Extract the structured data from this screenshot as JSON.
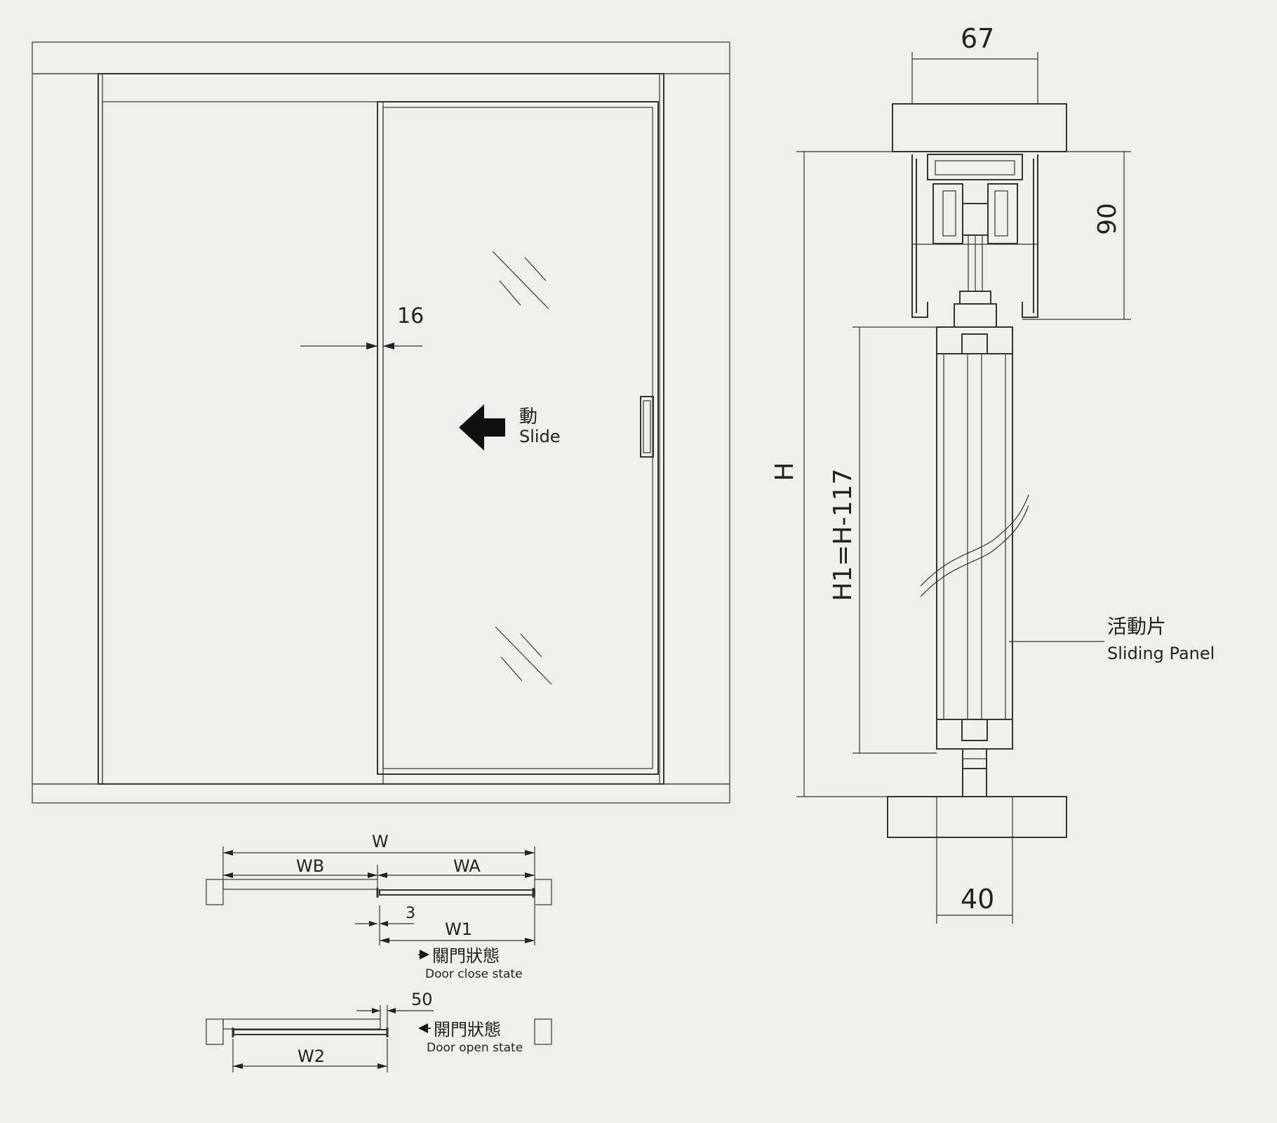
{
  "door_elevation": {
    "gap_dimension": "16",
    "slide_label_zh": "動",
    "slide_label_en": "Slide"
  },
  "section": {
    "top_width": "67",
    "track_height": "90",
    "total_height": "H",
    "panel_height": "H1=H-117",
    "bottom_width": "40",
    "panel_label_zh": "活動片",
    "panel_label_en": "Sliding Panel"
  },
  "plan_closed": {
    "total_width": "W",
    "wall_part": "WB",
    "opening_part": "WA",
    "clearance": "3",
    "panel_width": "W1",
    "state_zh": "關門狀態",
    "state_en": "Door close state"
  },
  "plan_open": {
    "overlap": "50",
    "panel_width": "W2",
    "state_zh": "開門狀態",
    "state_en": "Door open state"
  },
  "colors": {
    "background": "#efefeb",
    "line": "#333333",
    "brick": "#f2f2ee"
  }
}
